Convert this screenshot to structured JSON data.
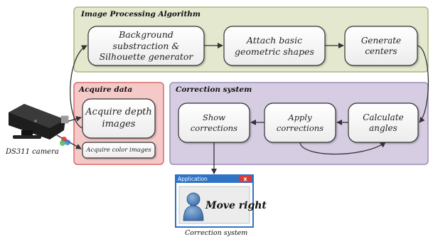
{
  "groups": {
    "image_processing": "Image Processing Algorithm",
    "acquire": "Acquire data",
    "correction": "Correction system"
  },
  "nodes": {
    "background": "Background substraction & Silhouette generator",
    "shapes": "Attach basic geometric shapes",
    "centers": "Generate centers",
    "depth": "Acquire depth images",
    "color": "Acquire color images",
    "show": "Show corrections",
    "apply": "Apply corrections",
    "angles": "Calculate angles"
  },
  "camera": {
    "label": "DS311 camera"
  },
  "app_window": {
    "title": "Application",
    "close": "x",
    "message": "Move right",
    "caption": "Correction system"
  },
  "colors": {
    "image_processing_fill": "#e3e8cf",
    "image_processing_stroke": "#a9b884",
    "acquire_fill": "#f6c9c9",
    "acquire_stroke": "#d96b6b",
    "correction_fill": "#d6cde3",
    "correction_stroke": "#9b8fb5",
    "window_blue": "#2f73c4"
  }
}
